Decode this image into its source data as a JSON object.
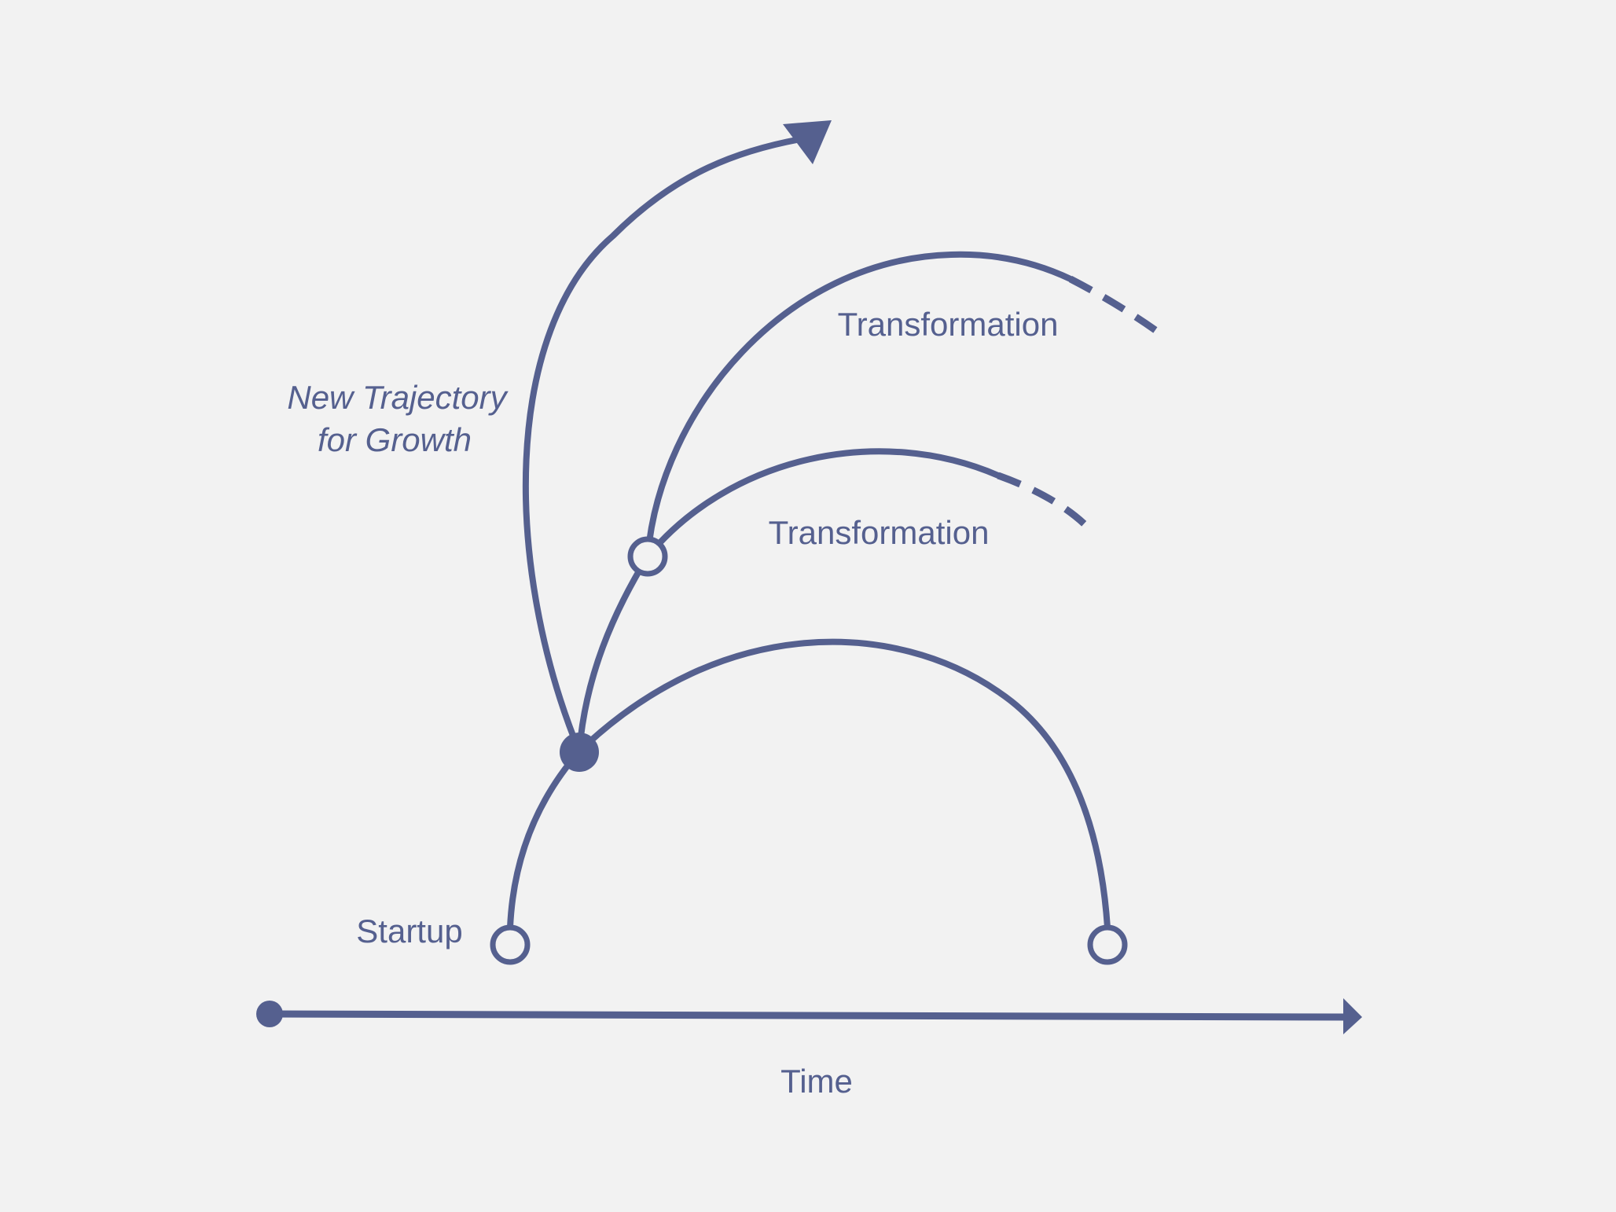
{
  "diagram": {
    "labels": {
      "growth_line1": "New Trajectory",
      "growth_line2": "for Growth",
      "transformation_upper": "Transformation",
      "transformation_lower": "Transformation",
      "startup": "Startup",
      "time_axis": "Time"
    },
    "colors": {
      "stroke": "#55608f",
      "background": "#f2f2f2"
    }
  }
}
